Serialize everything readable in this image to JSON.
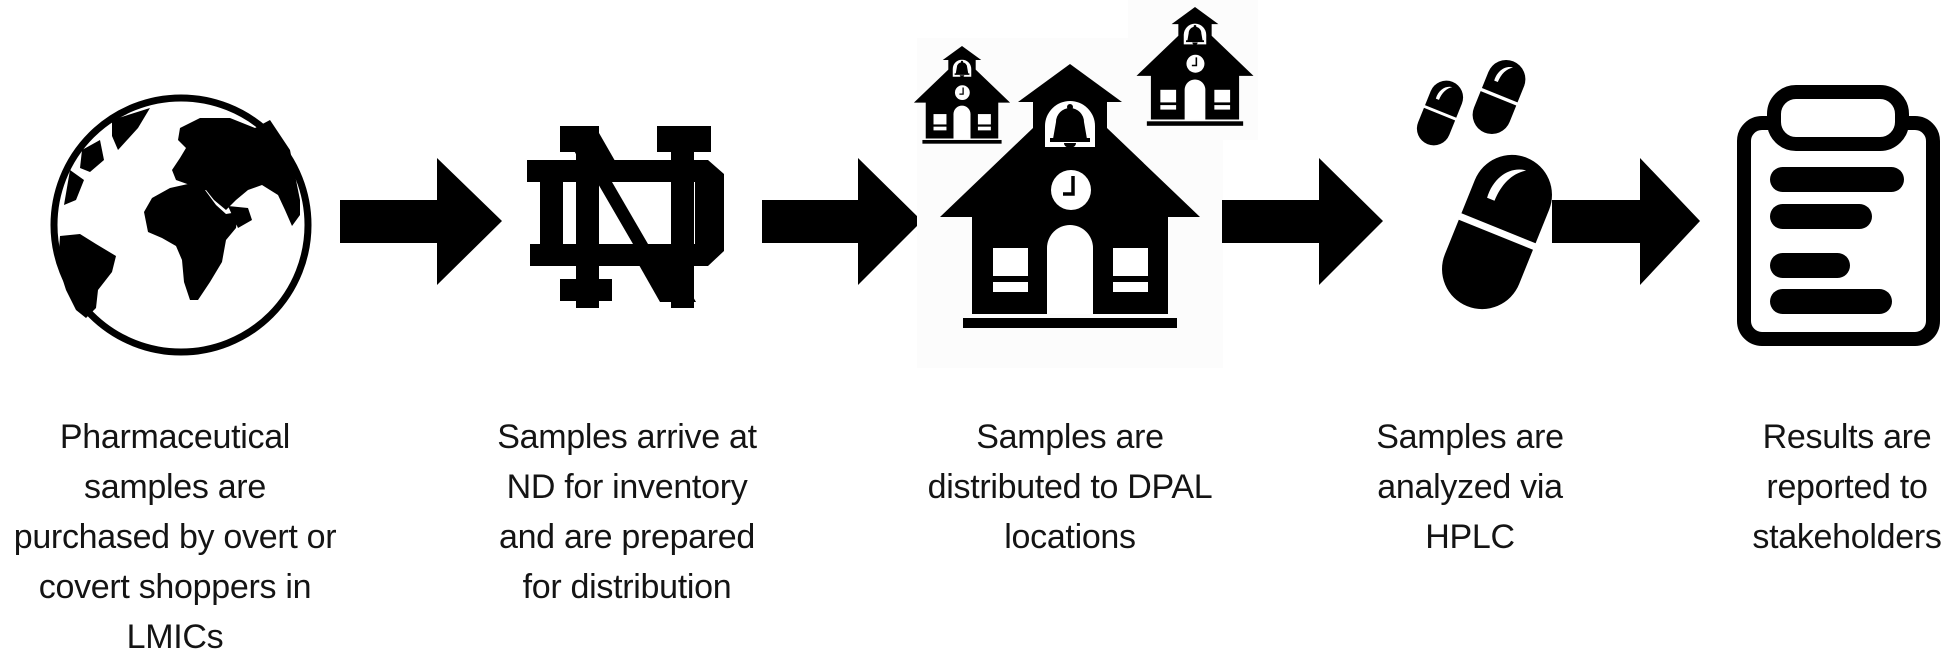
{
  "diagram": {
    "type": "process-flow",
    "direction": "left-to-right",
    "colors": {
      "icon": "#000000",
      "background": "#ffffff",
      "text": "#141414"
    },
    "steps": [
      {
        "id": "purchase",
        "icon": "globe-icon",
        "caption_lines": [
          "Pharmaceutical",
          "samples are",
          "purchased by overt or",
          "covert shoppers in",
          "LMICs"
        ]
      },
      {
        "id": "arrive-nd",
        "icon": "notre-dame-monogram-icon",
        "caption_lines": [
          "Samples arrive at",
          "ND for inventory",
          "and are prepared",
          "for distribution"
        ]
      },
      {
        "id": "distribute",
        "icon": "schoolhouses-icon",
        "caption_lines": [
          "Samples are",
          "distributed to DPAL",
          "locations"
        ]
      },
      {
        "id": "analyze",
        "icon": "capsule-pills-icon",
        "caption_lines": [
          "Samples are",
          "analyzed via",
          "HPLC"
        ]
      },
      {
        "id": "report",
        "icon": "clipboard-icon",
        "caption_lines": [
          "Results are",
          "reported to",
          "stakeholders"
        ]
      }
    ],
    "connectors": [
      {
        "from": "purchase",
        "to": "arrive-nd",
        "icon": "arrow-right-icon"
      },
      {
        "from": "arrive-nd",
        "to": "distribute",
        "icon": "arrow-right-icon"
      },
      {
        "from": "distribute",
        "to": "analyze",
        "icon": "arrow-right-icon"
      },
      {
        "from": "analyze",
        "to": "report",
        "icon": "arrow-right-icon"
      }
    ]
  }
}
